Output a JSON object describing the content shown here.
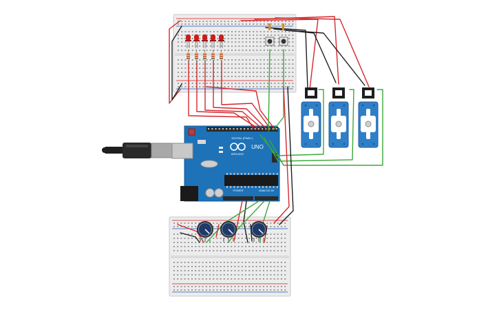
{
  "arduino": {
    "logo_text": "ARDUINO",
    "model_text": "UNO",
    "digital_label": "DIGITAL (PWM~)",
    "power_label": "POWER",
    "analog_label": "ANALOG IN",
    "board_color": "#1d72b8",
    "header_color": "#2a2a2a"
  },
  "colors": {
    "wire_red": "#d4262b",
    "wire_black": "#1e1e1e",
    "wire_green": "#3aa93a",
    "wire_orange": "#e08a1f",
    "breadboard": "#ececec",
    "rail_red": "#e24b4b",
    "rail_blue": "#4f78c4",
    "servo_body": "#2f7fc8",
    "pot_knob": "#1f3a66",
    "led_red": "#c81e1e"
  },
  "icons": {
    "usb_cable": "usb-cable-icon",
    "power_jack": "dc-barrel-jack-icon",
    "servo": "servo-motor-icon",
    "potentiometer": "rotary-potentiometer-icon",
    "led": "led-icon",
    "pushbutton": "pushbutton-icon"
  },
  "components": {
    "leds": 5,
    "resistors": 5,
    "pushbuttons": 2,
    "servos": 3,
    "potentiometers": 3
  }
}
